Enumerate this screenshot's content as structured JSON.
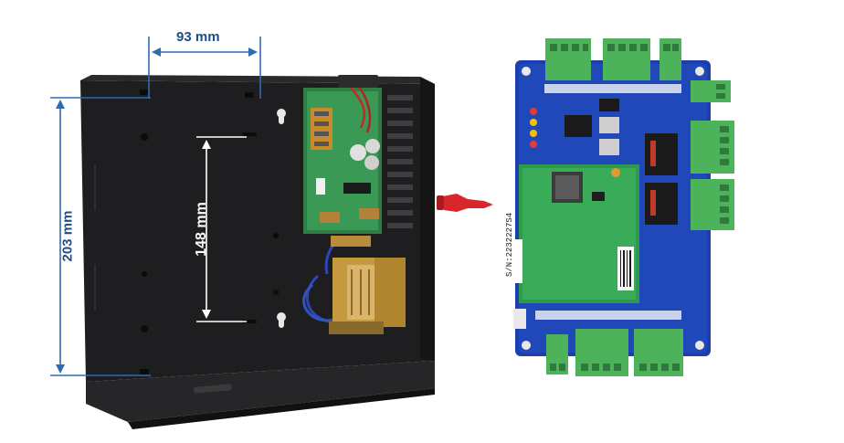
{
  "dimensions": {
    "width": "93 mm",
    "height": "203 mm",
    "mount_spacing": "148 mm"
  },
  "board": {
    "serial": "S/N:2232227S4"
  },
  "colors": {
    "dimension_lines": "#2f6bb0",
    "enclosure": "#1c1c1e",
    "pcb_blue": "#1b3fae",
    "pcb_green": "#2f9a4a",
    "terminal_green": "#4db35a",
    "arrow_red": "#d9262b"
  },
  "icons": [
    "pointing-hand-icon"
  ]
}
